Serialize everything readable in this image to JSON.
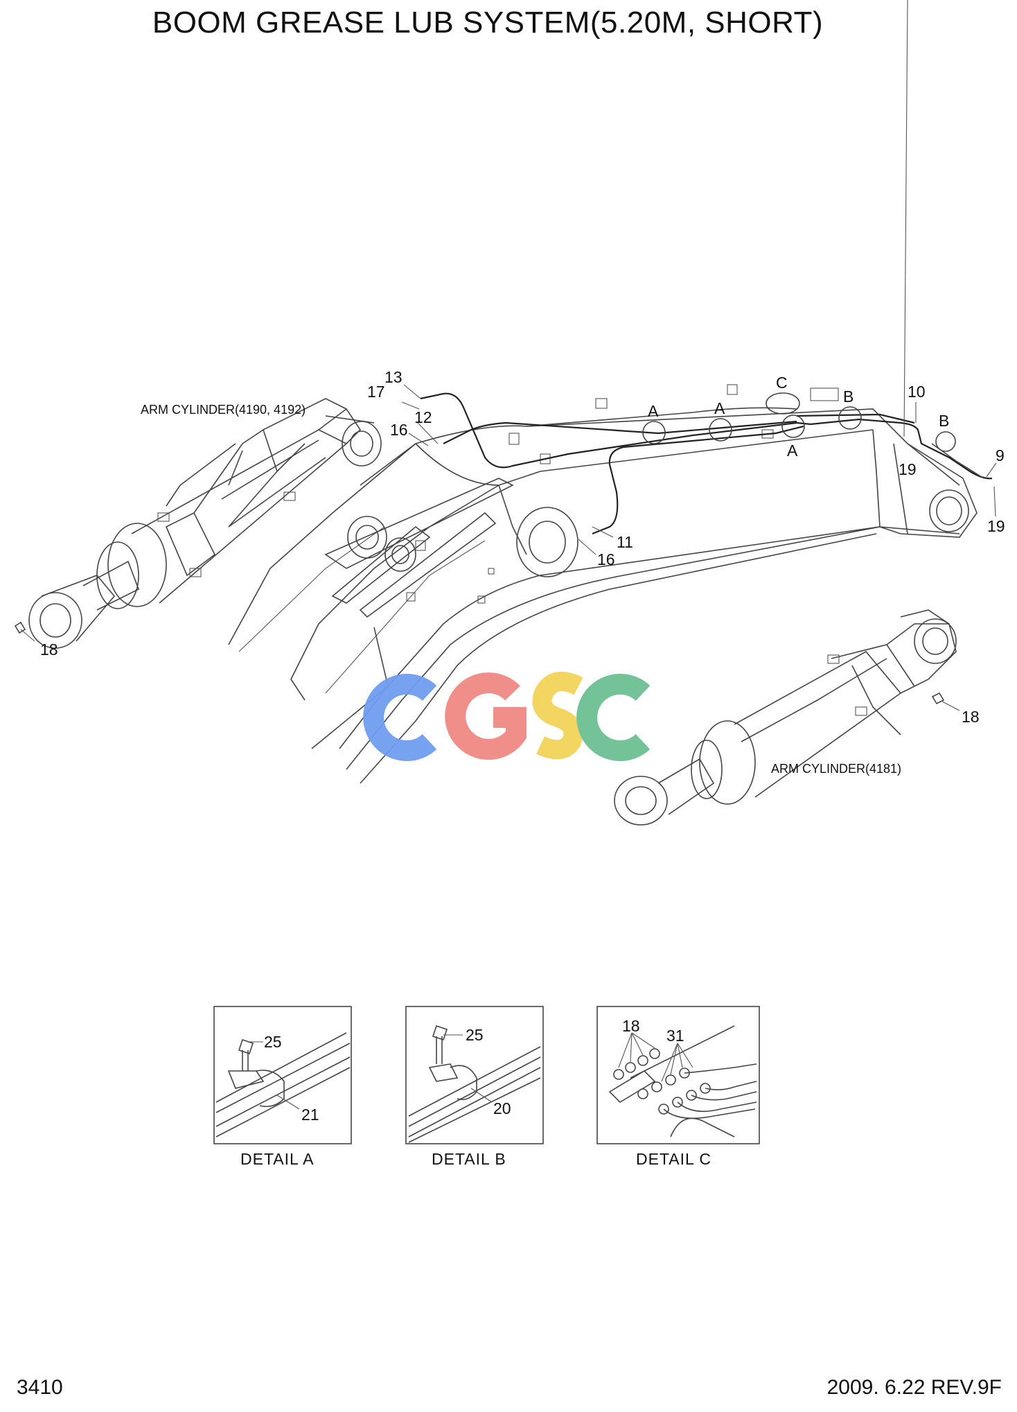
{
  "title": "BOOM GREASE LUB SYSTEM(5.20M, SHORT)",
  "labels": {
    "arm_cylinder_left": "ARM CYLINDER(4190, 4192)",
    "arm_cylinder_right": "ARM CYLINDER(4181)"
  },
  "callouts": {
    "c13": "13",
    "c17": "17",
    "c12": "12",
    "c16a": "16",
    "c11": "11",
    "c16b": "16",
    "c18a": "18",
    "cA1": "A",
    "cA2": "A",
    "cA3": "A",
    "cC": "C",
    "cB1": "B",
    "cB2": "B",
    "c10": "10",
    "c9": "9",
    "c19a": "19",
    "c19b": "19",
    "c18b": "18"
  },
  "details": {
    "a": {
      "caption": "DETAIL  A",
      "bolt": "25",
      "clamp": "21"
    },
    "b": {
      "caption": "DETAIL  B",
      "bolt": "25",
      "clamp": "20"
    },
    "c": {
      "caption": "DETAIL  C",
      "fittings": "18",
      "hoses": "31"
    }
  },
  "watermark": {
    "letters": [
      "C",
      "G",
      "S",
      "C"
    ],
    "colors": [
      "#6f9ef0",
      "#f08a84",
      "#f3d35a",
      "#6dbf93"
    ]
  },
  "footer": {
    "page_number": "3410",
    "revision": "2009. 6.22  REV.9F"
  }
}
